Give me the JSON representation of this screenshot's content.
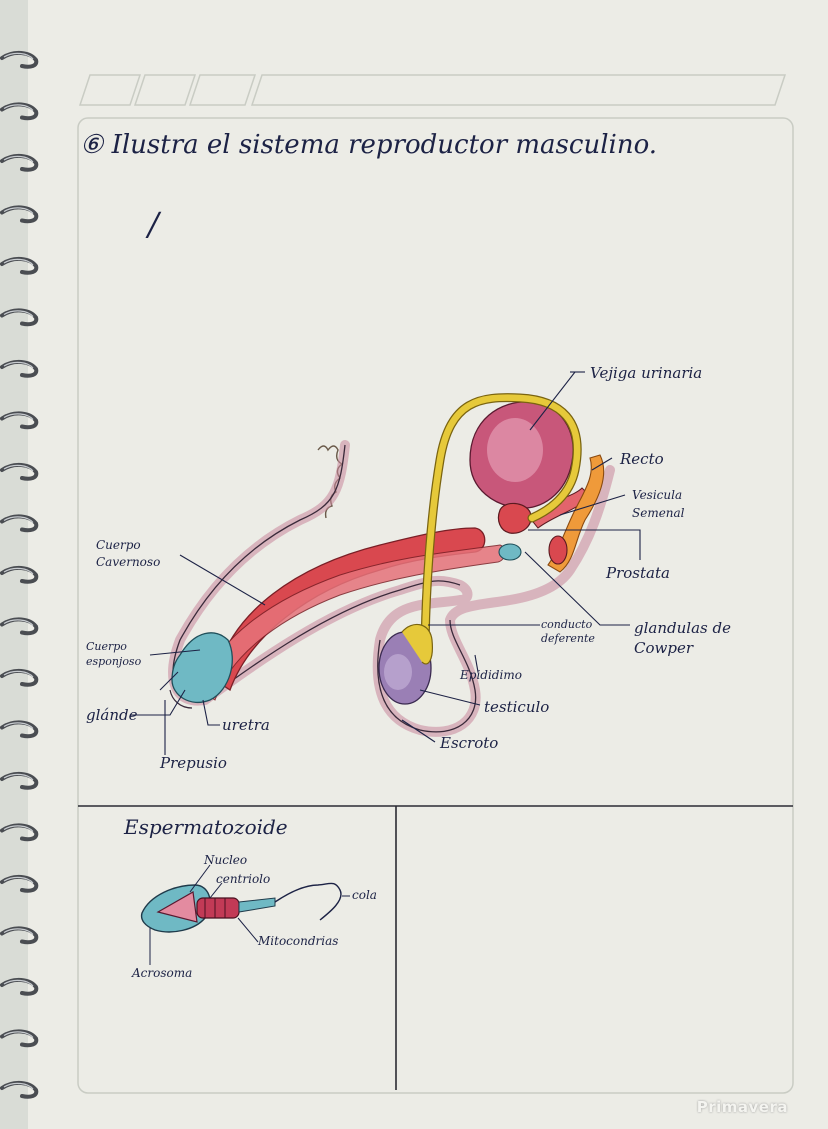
{
  "title": "⑥ Ilustra el sistema reproductor masculino.",
  "stray_mark": "/",
  "main_diagram": {
    "labels": {
      "vejiga": "Vejiga urinaria",
      "recto": "Recto",
      "vesicula": "Vesicula Semenal",
      "prostata": "Prostata",
      "cuerpo_cavernoso": "Cuerpo Cavernoso",
      "cuerpo_esponjoso": "Cuerpo esponjoso",
      "conducto": "conducto deferente",
      "glandulas": "glandulas de Cowper",
      "epididimo": "Epididimo",
      "glande": "glánde",
      "uretra": "uretra",
      "testiculo": "testiculo",
      "escroto": "Escroto",
      "prepucio": "Prepusio"
    }
  },
  "sperm_diagram": {
    "title": "Espermatozoide",
    "labels": {
      "nucleo": "Nucleo",
      "centriolo": "centriolo",
      "cola": "cola",
      "mitocondrias": "Mitocondrias",
      "acrosoma": "Acrosoma"
    }
  },
  "watermark": "Primavera",
  "colors": {
    "ink": "#1c2245",
    "paper": "#ecece6",
    "red": "#d9484f",
    "yellow": "#e6c93a",
    "pink": "#c8577a",
    "cyan": "#6fb9c4",
    "purple": "#9a7fb5"
  }
}
